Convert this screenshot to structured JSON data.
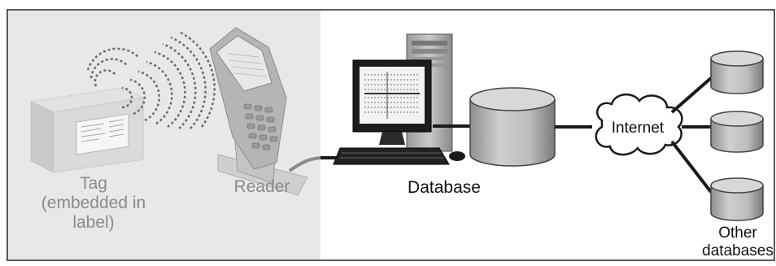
{
  "diagram": {
    "labels": {
      "tag_line1": "Tag",
      "tag_line2": "(embedded in label)",
      "reader": "Reader",
      "database": "Database",
      "internet": "Internet",
      "other_line1": "Other",
      "other_line2": "databases"
    },
    "colors": {
      "panel": "#e8e8e8",
      "border": "#222222",
      "dark_line": "#1a1a1a",
      "muted_text": "#8a8a8a"
    },
    "icons": {
      "tag": "package-box-icon",
      "reader": "handheld-reader-icon",
      "computer": "desktop-computer-icon",
      "database": "database-cylinder-icon",
      "internet": "cloud-icon",
      "remote": "database-cylinder-icon"
    }
  }
}
